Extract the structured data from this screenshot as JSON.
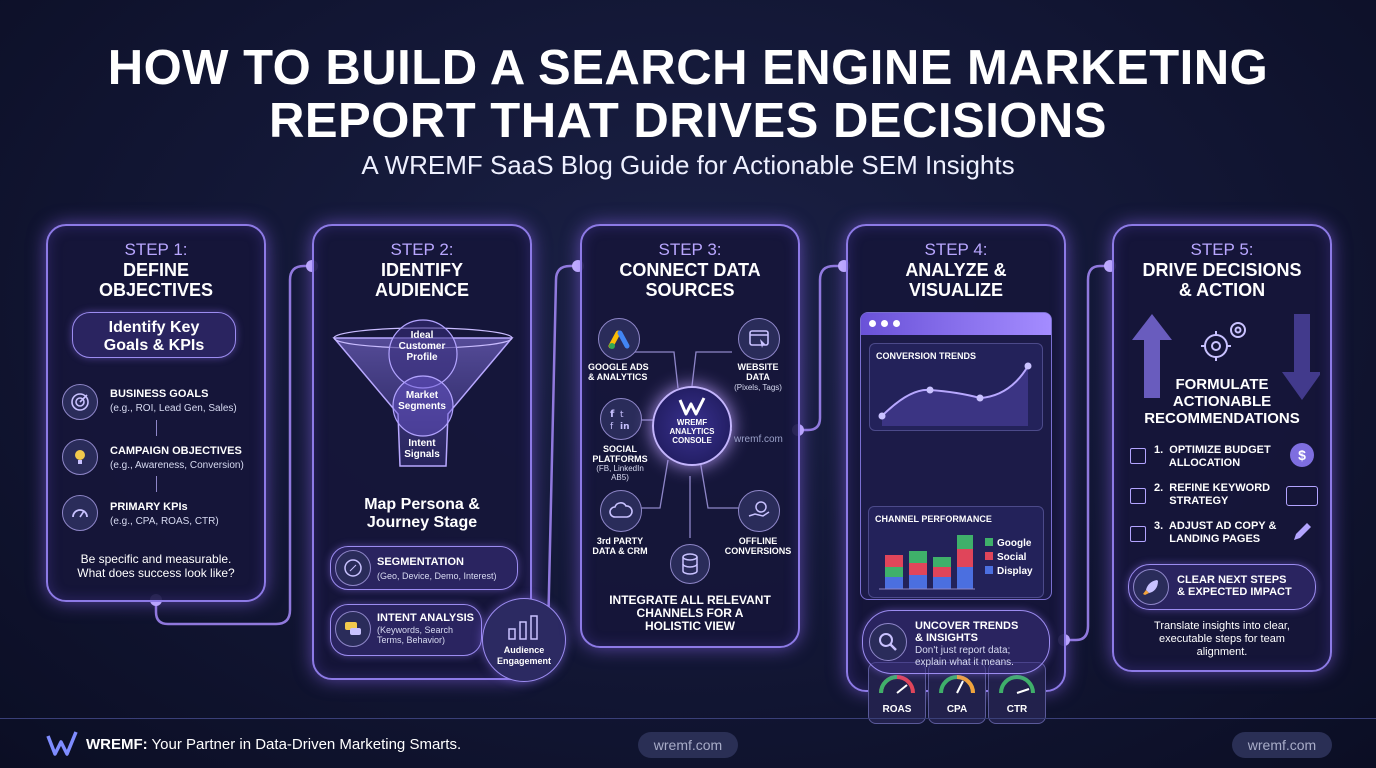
{
  "header": {
    "title_line1": "HOW TO BUILD A SEARCH ENGINE MARKETING",
    "title_line2": "REPORT THAT DRIVES DECISIONS",
    "subtitle": "A WREMF SaaS Blog Guide for Actionable SEM Insights"
  },
  "step1": {
    "label": "STEP 1:",
    "title": "DEFINE\nOBJECTIVES",
    "pill": "Identify Key\nGoals & KPIs",
    "items": [
      {
        "title": "BUSINESS GOALS",
        "desc": "(e.g., ROI, Lead Gen, Sales)"
      },
      {
        "title": "CAMPAIGN OBJECTIVES",
        "desc": "(e.g., Awareness, Conversion)"
      },
      {
        "title": "PRIMARY KPIs",
        "desc": "(e.g., CPA, ROAS, CTR)"
      }
    ],
    "note": "Be specific and measurable.\nWhat does success look like?"
  },
  "step2": {
    "label": "STEP 2:",
    "title": "IDENTIFY\nAUDIENCE",
    "funnel": [
      "Ideal\nCustomer\nProfile",
      "Market\nSegments",
      "Intent\nSignals"
    ],
    "map_title": "Map Persona &\nJourney Stage",
    "segmentation_title": "SEGMENTATION",
    "segmentation_desc": "(Geo, Device, Demo, Interest)",
    "intent_title": "INTENT ANALYSIS",
    "intent_desc": "(Keywords, Search\nTerms, Behavior)",
    "engagement": "Audience\nEngagement"
  },
  "step3": {
    "label": "STEP 3:",
    "title": "CONNECT DATA\nSOURCES",
    "google": "GOOGLE ADS\n& ANALYTICS",
    "website_title": "WEBSITE\nDATA",
    "website_desc": "(Pixels, Tags)",
    "social_title": "SOCIAL\nPLATFORMS",
    "social_desc": "(FB, LinkedIn\nAB5)",
    "hub": "WREMF\nANALYTICS\nCONSOLE",
    "hub_link": "wremf.com",
    "third": "3rd PARTY\nDATA & CRM",
    "offline": "OFFLINE\nCONVERSIONS",
    "integrate": "INTEGRATE ALL RELEVANT\nCHANNELS FOR A\nHOLISTIC VIEW"
  },
  "step4": {
    "label": "STEP 4:",
    "title": "ANALYZE &\nVISUALIZE",
    "trend_title": "CONVERSION TRENDS",
    "gauges": [
      "ROAS",
      "CPA",
      "CTR"
    ],
    "channel_title": "CHANNEL PERFORMANCE",
    "legend": [
      {
        "name": "Google",
        "color": "#3fb06a"
      },
      {
        "name": "Social",
        "color": "#e0455a"
      },
      {
        "name": "Display",
        "color": "#4b6fe0"
      }
    ],
    "uncover_title": "UNCOVER TRENDS\n& INSIGHTS",
    "uncover_desc": "Don't just report data;\nexplain what it means."
  },
  "step5": {
    "label": "STEP 5:",
    "title": "DRIVE DECISIONS\n& ACTION",
    "formulate": "FORMULATE\nACTIONABLE\nRECOMMENDATIONS",
    "items": [
      "1.  OPTIMIZE BUDGET\n     ALLOCATION",
      "2.  REFINE KEYWORD\n     STRATEGY",
      "3.  ADJUST AD COPY &\n     LANDING PAGES"
    ],
    "clear": "CLEAR NEXT STEPS\n& EXPECTED IMPACT",
    "note": "Translate insights into clear,\nexecutable steps for team\nalignment."
  },
  "footer": {
    "brand": "WREMF:",
    "tagline": " Your Partner in Data-Driven Marketing Smarts.",
    "link_center": "wremf.com",
    "link_right": "wremf.com"
  },
  "colors": {
    "accent": "#9b7dff",
    "card_border": "#8d7ae6",
    "background": "#121634"
  }
}
